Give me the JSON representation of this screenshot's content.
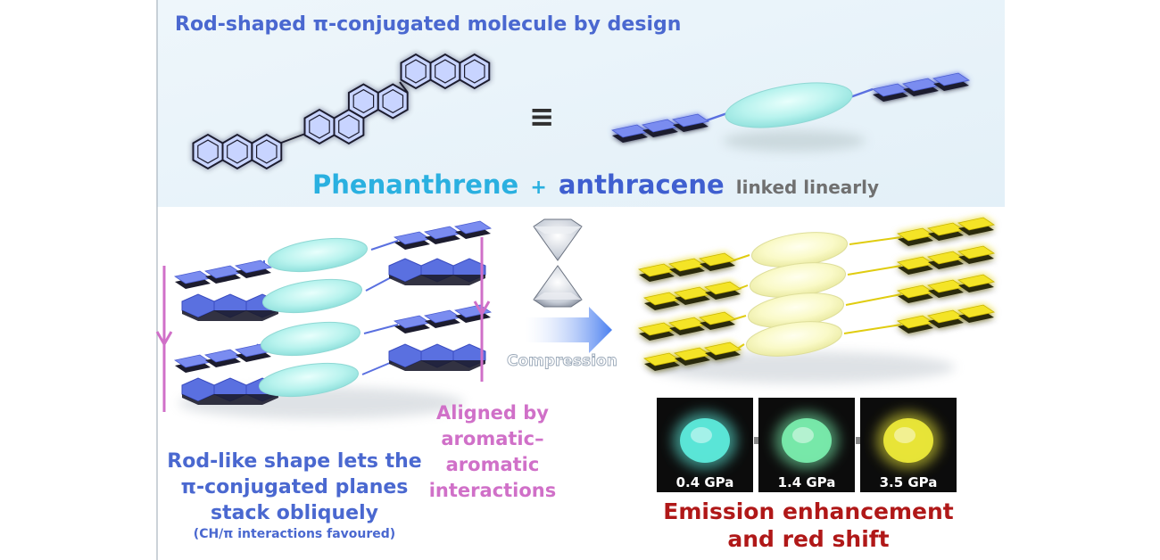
{
  "header": {
    "title": "Rod-shaped π-conjugated molecule by design",
    "equiv_symbol": "≡",
    "composition": {
      "part1": "Phenanthrene",
      "plus": "+",
      "part2": "anthracene",
      "suffix": "linked linearly"
    }
  },
  "left_panel": {
    "caption_lines": [
      "Rod-like shape lets the",
      "π-conjugated planes",
      "stack obliquely"
    ],
    "caption_note": "(CH/π interactions favoured)"
  },
  "middle": {
    "aligned_lines": [
      "Aligned by",
      "aromatic–",
      "aromatic",
      "interactions"
    ],
    "compression_label": "Compression"
  },
  "photos": [
    {
      "label": "0.4 GPa",
      "glow": "#5ef0e0"
    },
    {
      "label": "1.4 GPa",
      "glow": "#7cf2b0"
    },
    {
      "label": "3.5 GPa",
      "glow": "#f2ee3a"
    }
  ],
  "result_lines": [
    "Emission enhancement",
    "and red shift"
  ],
  "colors": {
    "title_blue": "#4a68d0",
    "phenanthrene_cyan": "#2ab0e0",
    "anthracene_blue": "#3f5fd0",
    "magenta": "#d070c8",
    "dark_red": "#b01818",
    "gray": "#707070",
    "blue_unit": "#7a8cf0",
    "yellow_unit": "#f0e020"
  }
}
